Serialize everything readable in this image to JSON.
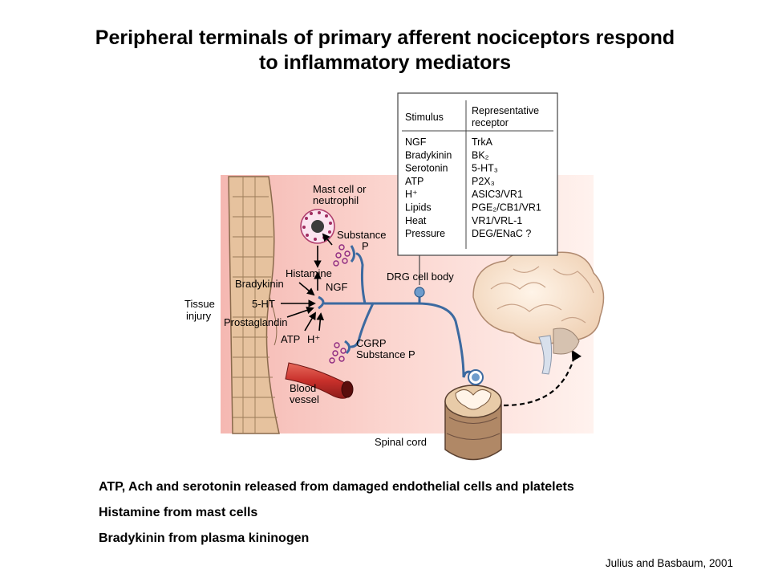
{
  "title": {
    "line1": "Peripheral terminals of primary afferent nociceptors respond",
    "line2": "to inflammatory mediators"
  },
  "diagram": {
    "labels": {
      "mast_cell": "Mast cell or",
      "neutrophil": "neutrophil",
      "substance_p_line1": "Substance",
      "substance_p_line2": "P",
      "histamine": "Histamine",
      "ngf": "NGF",
      "bradykinin": "Bradykinin",
      "five_ht": "5-HT",
      "tissue": "Tissue",
      "injury": "injury",
      "prostaglandin": "Prostaglandin",
      "atp": "ATP",
      "h_plus": "H⁺",
      "cgrp": "CGRP",
      "substance_p_2": "Substance P",
      "blood": "Blood",
      "vessel": "vessel",
      "drg": "DRG cell body",
      "spinal_cord": "Spinal cord"
    },
    "table": {
      "header_stimulus": "Stimulus",
      "header_receptor_line1": "Representative",
      "header_receptor_line2": "receptor",
      "rows": [
        {
          "stimulus": "NGF",
          "receptor": "TrkA"
        },
        {
          "stimulus": "Bradykinin",
          "receptor": "BK₂"
        },
        {
          "stimulus": "Serotonin",
          "receptor": "5-HT₃"
        },
        {
          "stimulus": "ATP",
          "receptor": "P2X₃"
        },
        {
          "stimulus": "H⁺",
          "receptor": "ASIC3/VR1"
        },
        {
          "stimulus": "Lipids",
          "receptor": "PGE₂/CB1/VR1"
        },
        {
          "stimulus": "Heat",
          "receptor": "VR1/VRL-1"
        },
        {
          "stimulus": "Pressure",
          "receptor": "DEG/ENaC ?"
        }
      ]
    }
  },
  "notes": [
    "ATP, Ach and serotonin released from damaged endothelial cells and platelets",
    "Histamine from mast cells",
    "Bradykinin from plasma kininogen"
  ],
  "citation": "Julius and Basbaum, 2001"
}
